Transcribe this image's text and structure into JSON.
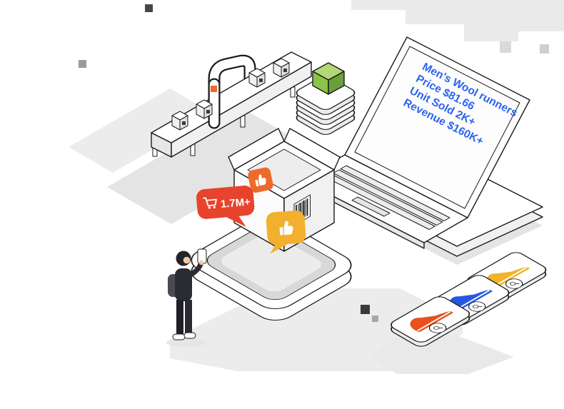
{
  "illustration": {
    "laptop_screen": {
      "lines": [
        "Men's Wool runners",
        "Price $81.66",
        "Unit Sold 2K+",
        "Revenue $160K+"
      ]
    },
    "stats_bubble": {
      "value": "1.7M+"
    },
    "icons": {
      "bubble_left": "shopping-cart",
      "bubble_right": "thumbs-up",
      "box_tag": "thumbs-up",
      "card_badge": "magnifier"
    },
    "colors": {
      "outline": "#1a1a1a",
      "screen_text_blue": "#2a63f0",
      "bubble_red": "#e8432c",
      "bubble_yellow": "#f3b02f",
      "tag_orange": "#ee6a2a",
      "shoe_red": "#e8501e",
      "shoe_blue": "#2457e6",
      "shoe_yellow": "#f0b32a",
      "box_green": "#8bc34a",
      "background_gray": "#ececec"
    }
  }
}
